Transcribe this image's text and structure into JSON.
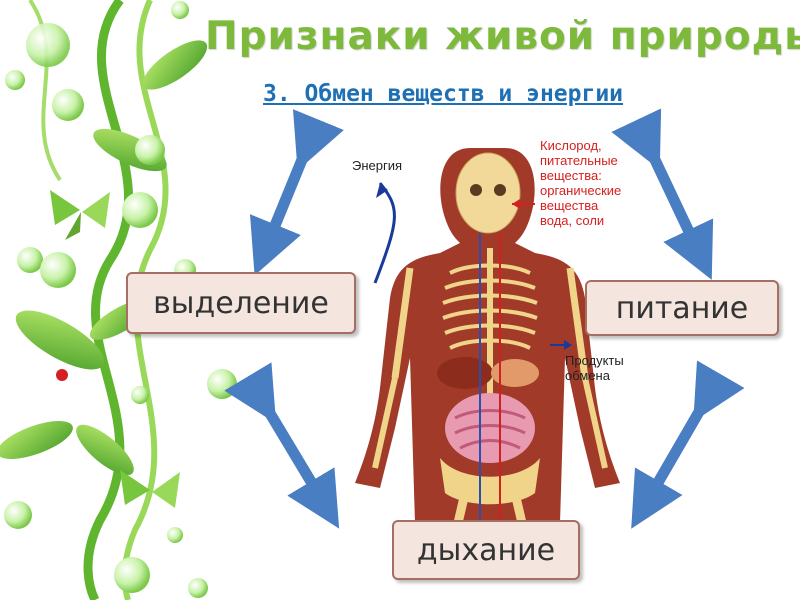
{
  "title": "Признаки живой природы",
  "subtitle": "3. Обмен веществ и энергии",
  "boxes": {
    "left": "выделение",
    "right": "питание",
    "bottom": "дыхание"
  },
  "illustration_labels": {
    "energy": "Энергия",
    "oxygen": "Кислород,\nпитательные\nвещества:\nорганические\nвещества\nвода, соли",
    "products": "Продукты\nобмена"
  },
  "colors": {
    "title": "#7db93a",
    "subtitle": "#1f6fb5",
    "arrows": "#4a7ec2",
    "box_fill": "#f4e6de",
    "box_border": "#a56f63"
  }
}
